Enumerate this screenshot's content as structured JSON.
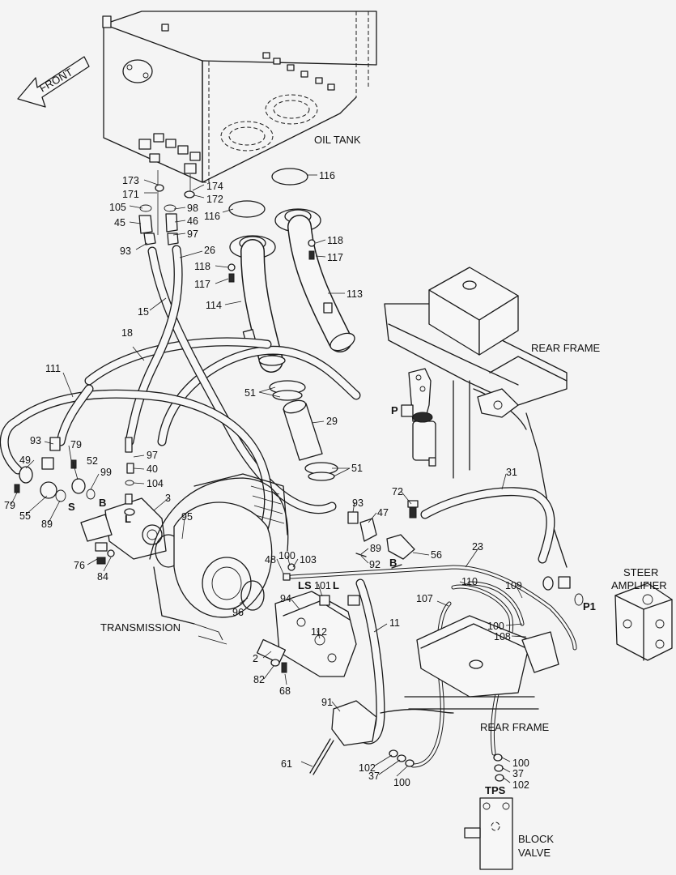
{
  "labels": {
    "front": "FRONT",
    "oil_tank": "OIL TANK",
    "rear_frame_top": "REAR FRAME",
    "rear_frame_bottom": "REAR FRAME",
    "transmission": "TRANSMISSION",
    "steer_amplifier_line1": "STEER",
    "steer_amplifier_line2": "AMPLIFIER",
    "block_valve_line1": "BLOCK",
    "block_valve_line2": "VALVE"
  },
  "ports": {
    "p_filter": "P",
    "b_pump": "B",
    "l_pump": "L",
    "s_pump": "S",
    "ls_valve": "LS",
    "l_valve": "L",
    "b_fitting": "B",
    "p1_amplifier": "P1",
    "tps_block": "TPS"
  },
  "callouts": [
    {
      "id": "c173",
      "text": "173"
    },
    {
      "id": "c174",
      "text": "174"
    },
    {
      "id": "c171",
      "text": "171"
    },
    {
      "id": "c172",
      "text": "172"
    },
    {
      "id": "c105",
      "text": "105"
    },
    {
      "id": "c98",
      "text": "98"
    },
    {
      "id": "c45",
      "text": "45"
    },
    {
      "id": "c46",
      "text": "46"
    },
    {
      "id": "c97a",
      "text": "97"
    },
    {
      "id": "c93a",
      "text": "93"
    },
    {
      "id": "c26",
      "text": "26"
    },
    {
      "id": "c116a",
      "text": "116"
    },
    {
      "id": "c116b",
      "text": "116"
    },
    {
      "id": "c118a",
      "text": "118"
    },
    {
      "id": "c117a",
      "text": "117"
    },
    {
      "id": "c118b",
      "text": "118"
    },
    {
      "id": "c117b",
      "text": "117"
    },
    {
      "id": "c113",
      "text": "113"
    },
    {
      "id": "c114",
      "text": "114"
    },
    {
      "id": "c15",
      "text": "15"
    },
    {
      "id": "c18",
      "text": "18"
    },
    {
      "id": "c111",
      "text": "111"
    },
    {
      "id": "c51a",
      "text": "51"
    },
    {
      "id": "c29",
      "text": "29"
    },
    {
      "id": "c51b",
      "text": "51"
    },
    {
      "id": "c93b",
      "text": "93"
    },
    {
      "id": "c79a",
      "text": "79"
    },
    {
      "id": "c49",
      "text": "49"
    },
    {
      "id": "c52",
      "text": "52"
    },
    {
      "id": "c99",
      "text": "99"
    },
    {
      "id": "c97b",
      "text": "97"
    },
    {
      "id": "c40",
      "text": "40"
    },
    {
      "id": "c104",
      "text": "104"
    },
    {
      "id": "c79b",
      "text": "79"
    },
    {
      "id": "c55",
      "text": "55"
    },
    {
      "id": "c89a",
      "text": "89"
    },
    {
      "id": "c3",
      "text": "3"
    },
    {
      "id": "c95",
      "text": "95"
    },
    {
      "id": "c76",
      "text": "76"
    },
    {
      "id": "c84",
      "text": "84"
    },
    {
      "id": "c31",
      "text": "31"
    },
    {
      "id": "c72",
      "text": "72"
    },
    {
      "id": "c93c",
      "text": "93"
    },
    {
      "id": "c47",
      "text": "47"
    },
    {
      "id": "c89b",
      "text": "89"
    },
    {
      "id": "c92",
      "text": "92"
    },
    {
      "id": "c56",
      "text": "56"
    },
    {
      "id": "c23",
      "text": "23"
    },
    {
      "id": "c48",
      "text": "48"
    },
    {
      "id": "c100a",
      "text": "100"
    },
    {
      "id": "c103",
      "text": "103"
    },
    {
      "id": "c101",
      "text": "101"
    },
    {
      "id": "c94",
      "text": "94"
    },
    {
      "id": "c112",
      "text": "112"
    },
    {
      "id": "c110",
      "text": "110"
    },
    {
      "id": "c109",
      "text": "109"
    },
    {
      "id": "c107",
      "text": "107"
    },
    {
      "id": "c100b",
      "text": "100"
    },
    {
      "id": "c108",
      "text": "108"
    },
    {
      "id": "c96",
      "text": "96"
    },
    {
      "id": "c2",
      "text": "2"
    },
    {
      "id": "c82",
      "text": "82"
    },
    {
      "id": "c68",
      "text": "68"
    },
    {
      "id": "c11",
      "text": "11"
    },
    {
      "id": "c91",
      "text": "91"
    },
    {
      "id": "c61",
      "text": "61"
    },
    {
      "id": "c102a",
      "text": "102"
    },
    {
      "id": "c37a",
      "text": "37"
    },
    {
      "id": "c100c",
      "text": "100"
    },
    {
      "id": "c100d",
      "text": "100"
    },
    {
      "id": "c37b",
      "text": "37"
    },
    {
      "id": "c102b",
      "text": "102"
    }
  ]
}
